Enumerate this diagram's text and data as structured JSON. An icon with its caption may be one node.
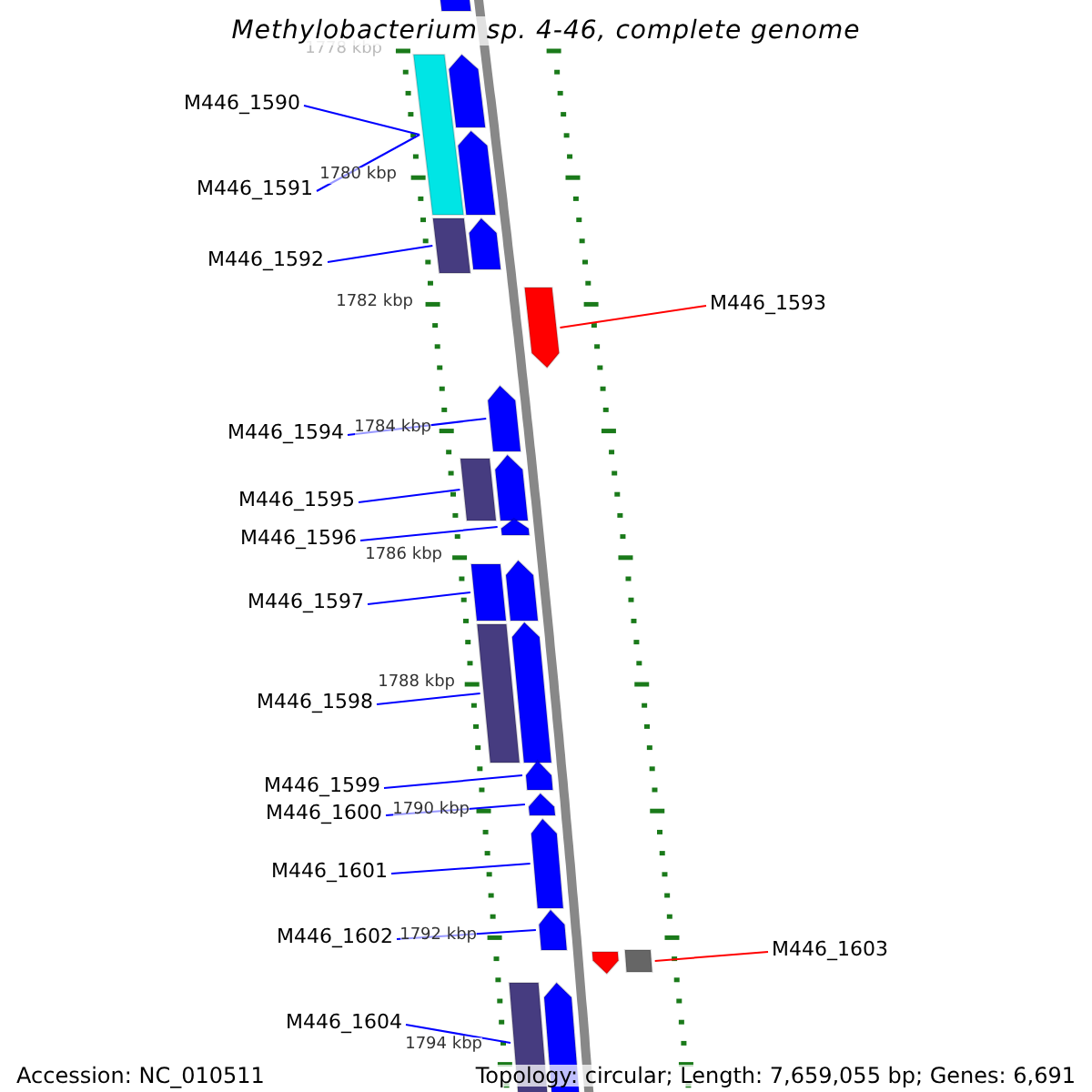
{
  "diagram": {
    "title": "Methylobacterium sp. 4-46, complete genome",
    "nodes": [
      {
        "text": [
          "M446_1590"
        ]
      },
      {
        "text": [
          "M446_1591"
        ]
      },
      {
        "text": [
          "M446_1592"
        ]
      },
      {
        "text": [
          "M446_1593"
        ]
      },
      {
        "text": [
          "M446_1594"
        ]
      },
      {
        "text": [
          "M446_1595"
        ]
      },
      {
        "text": [
          "M446_1596"
        ]
      },
      {
        "text": [
          "M446_1597"
        ]
      },
      {
        "text": [
          "M446_1598"
        ]
      },
      {
        "text": [
          "M446_1599"
        ]
      },
      {
        "text": [
          "M446_1600"
        ]
      },
      {
        "text": [
          "M446_1601"
        ]
      },
      {
        "text": [
          "M446_1602"
        ]
      },
      {
        "text": [
          "M446_1603"
        ]
      },
      {
        "text": [
          "M446_1604"
        ]
      },
      {
        "text": [],
        "shape": "pentagon"
      },
      {
        "text": [],
        "shape": "bar"
      },
      {
        "text": [],
        "shape": "pentagon"
      },
      {
        "text": [],
        "shape": "pentagon"
      },
      {
        "text": [],
        "shape": "bar"
      },
      {
        "text": [],
        "shape": "pentagon"
      },
      {
        "text": [],
        "shape": "pentagon"
      },
      {
        "text": [],
        "shape": "pentagon"
      },
      {
        "text": [],
        "shape": "bar"
      },
      {
        "text": [],
        "shape": "pentagon"
      },
      {
        "text": [],
        "shape": "pentagon"
      },
      {
        "text": [],
        "shape": "bar"
      },
      {
        "text": [],
        "shape": "pentagon"
      },
      {
        "text": [],
        "shape": "bar"
      },
      {
        "text": [],
        "shape": "pentagon"
      },
      {
        "text": [],
        "shape": "pentagon"
      },
      {
        "text": [],
        "shape": "pentagon"
      },
      {
        "text": [],
        "shape": "pentagon"
      },
      {
        "text": [],
        "shape": "pentagon"
      },
      {
        "text": [],
        "shape": "pentagon"
      },
      {
        "text": [],
        "shape": "bar"
      },
      {
        "text": [],
        "shape": "bar"
      },
      {
        "text": [],
        "shape": "pentagon"
      }
    ],
    "edges": [
      {
        "from": 0,
        "to": 16,
        "arrow": "none"
      },
      {
        "from": 1,
        "to": 16,
        "arrow": "none"
      },
      {
        "from": 2,
        "to": 19,
        "arrow": "none"
      },
      {
        "from": 3,
        "to": 21,
        "arrow": "none",
        "color": "#ff0000"
      },
      {
        "from": 4,
        "to": 22,
        "arrow": "none"
      },
      {
        "from": 5,
        "to": 23,
        "arrow": "none"
      },
      {
        "from": 6,
        "to": 25,
        "arrow": "none"
      },
      {
        "from": 7,
        "to": 26,
        "arrow": "none"
      },
      {
        "from": 8,
        "to": 28,
        "arrow": "none"
      },
      {
        "from": 9,
        "to": 30,
        "arrow": "none"
      },
      {
        "from": 10,
        "to": 31,
        "arrow": "none"
      },
      {
        "from": 11,
        "to": 32,
        "arrow": "none"
      },
      {
        "from": 12,
        "to": 33,
        "arrow": "none"
      },
      {
        "from": 13,
        "to": 35,
        "arrow": "none",
        "color": "#ff0000"
      },
      {
        "from": 14,
        "to": 36,
        "arrow": "none"
      }
    ],
    "labels": [
      "1778 kbp",
      "1780 kbp",
      "1782 kbp",
      "1784 kbp",
      "1786 kbp",
      "1788 kbp",
      "1790 kbp",
      "1792 kbp",
      "1794 kbp",
      "Accession: NC_010511",
      "Topology: circular; Length: 7,659,055 bp; Genes: 6,691"
    ]
  }
}
